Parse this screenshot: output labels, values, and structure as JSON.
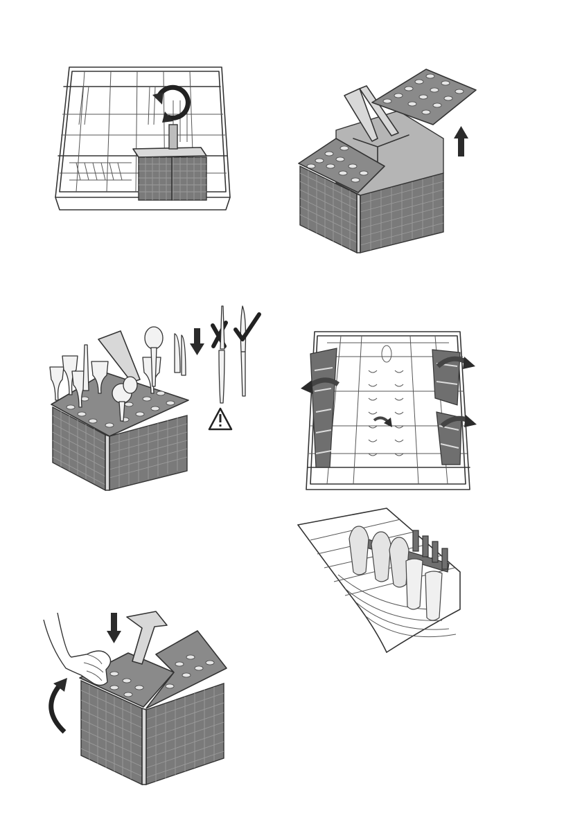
{
  "figures": [
    {
      "name": "basket-in-rack",
      "caption": ""
    },
    {
      "name": "lid-removal",
      "caption": ""
    },
    {
      "name": "cutlery-loading",
      "caption": ""
    },
    {
      "name": "rack-flaps",
      "caption": ""
    },
    {
      "name": "glass-holder",
      "caption": ""
    },
    {
      "name": "lid-closing",
      "caption": ""
    }
  ],
  "icons": {
    "rotate": "rotate-icon",
    "up": "arrow-up-icon",
    "down": "arrow-down-icon",
    "wrong": "cross-mark-icon",
    "right": "check-mark-icon",
    "warning": "warning-triangle-icon"
  },
  "colors": {
    "line": "#333333",
    "mesh": "#7a7a7a",
    "lid": "#8a8a8a",
    "arrow": "#2b2b2b"
  }
}
